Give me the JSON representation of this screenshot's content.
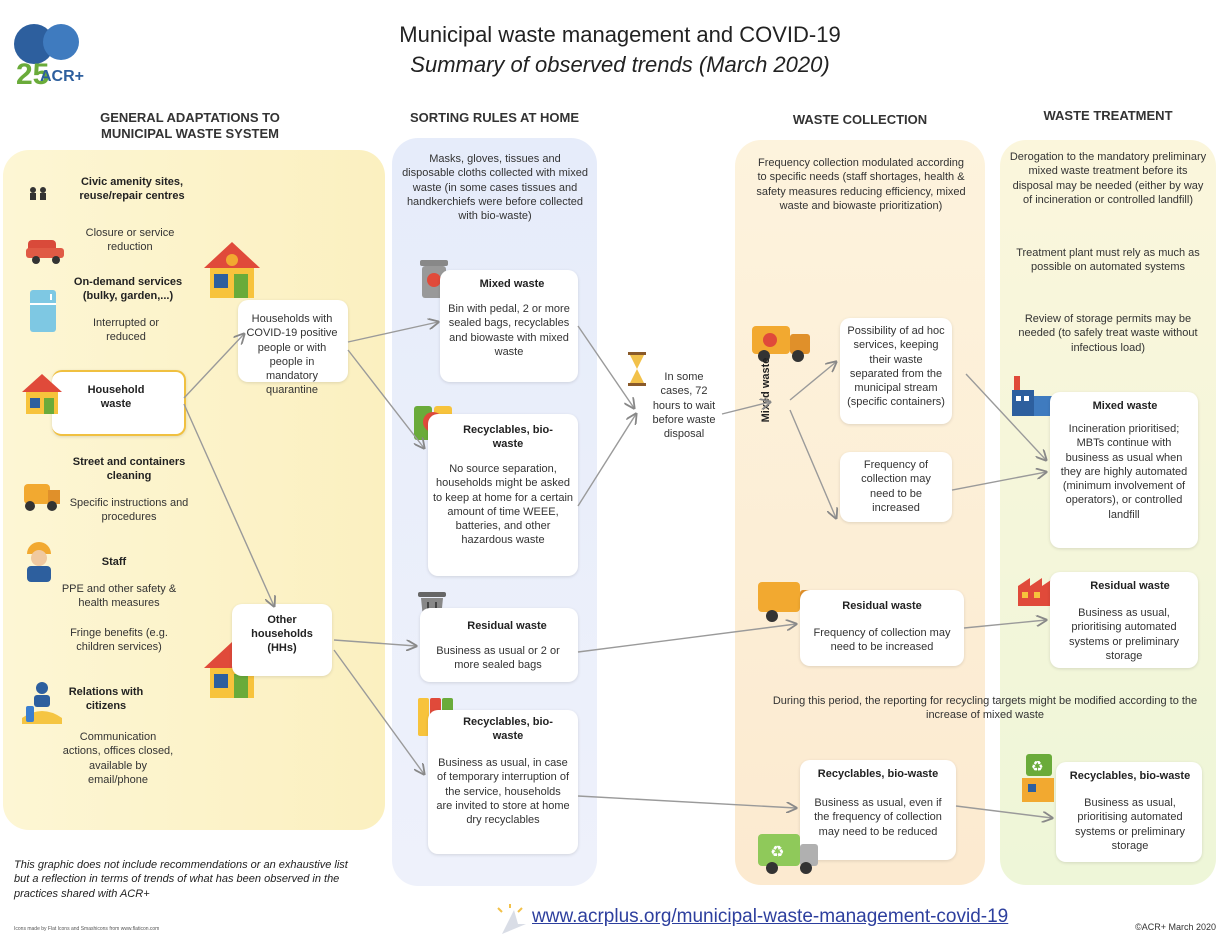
{
  "logo": {
    "number": "25",
    "org": "ACR+"
  },
  "title": "Municipal waste management and COVID-19",
  "subtitle": "Summary of observed trends (March 2020)",
  "headers": {
    "general": "GENERAL ADAPTATIONS TO MUNICIPAL WASTE SYSTEM",
    "sorting": "SORTING RULES AT HOME",
    "collection": "WASTE COLLECTION",
    "treatment": "WASTE TREATMENT"
  },
  "general": {
    "civic_title": "Civic amenity sites, reuse/repair centres",
    "civic_desc": "Closure or service reduction",
    "ondemand_title": "On-demand services (bulky, garden,...)",
    "ondemand_desc": "Interrupted or reduced",
    "household_title": "Household waste",
    "street_title": "Street and containers cleaning",
    "street_desc": "Specific instructions and procedures",
    "staff_title": "Staff",
    "staff_desc1": "PPE and other safety & health measures",
    "staff_desc2": "Fringe benefits (e.g. children services)",
    "relations_title": "Relations with citizens",
    "relations_desc": "Communication actions, offices closed, available by email/phone"
  },
  "households": {
    "covid": "Households with COVID-19 positive people or with people in mandatory quarantine",
    "other": "Other households (HHs)"
  },
  "sorting": {
    "intro": "Masks, gloves, tissues and disposable cloths collected with mixed waste (in some cases tissues and handkerchiefs were before collected with bio-waste)",
    "mixed_title": "Mixed waste",
    "mixed_desc": "Bin with pedal, 2 or more sealed bags, recyclables and biowaste with mixed waste",
    "recyc1_title": "Recyclables, bio-waste",
    "recyc1_desc": "No source separation, households might be asked to keep at home for a certain amount of time WEEE, batteries, and other hazardous waste",
    "residual_title": "Residual waste",
    "residual_desc": "Business as usual or 2 or more sealed bags",
    "recyc2_title": "Recyclables, bio-waste",
    "recyc2_desc": "Business as usual, in case of temporary interruption of the service, households are invited to store at home dry recyclables"
  },
  "wait": "In some cases, 72 hours to wait before waste disposal",
  "collection": {
    "intro": "Frequency collection modulated according to specific needs (staff shortages, health & safety measures reducing efficiency, mixed waste and biowaste prioritization)",
    "mixed_vertical": "Mixed waste",
    "adhoc": "Possibility of ad hoc services, keeping their waste separated from the municipal stream (specific containers)",
    "frequency": "Frequency of collection may need to be increased",
    "residual_title": "Residual waste",
    "residual_desc": "Frequency of collection may need to be increased",
    "recyc_title": "Recyclables, bio-waste",
    "recyc_desc": "Business as usual, even if the frequency of collection may need to be reduced"
  },
  "treatment": {
    "derogation": "Derogation to the mandatory preliminary mixed waste treatment before its disposal may be needed (either by way of incineration or controlled landfill)",
    "automated": "Treatment plant must rely as much as possible on automated systems",
    "storage": "Review of storage permits may be needed (to safely treat waste without infectious load)",
    "mixed_title": "Mixed waste",
    "mixed_desc": "Incineration prioritised; MBTs continue with business as usual when they are highly automated (minimum involvement of operators), or controlled landfill",
    "residual_title": "Residual waste",
    "residual_desc": "Business as usual, prioritising automated systems or preliminary storage",
    "recyc_title": "Recyclables, bio-waste",
    "recyc_desc": "Business as usual, prioritising automated systems or preliminary storage"
  },
  "reporting": "During this period, the reporting for recycling targets might be modified according to the increase of mixed waste",
  "disclaimer": "This graphic does not include recommendations or an exhaustive list but a reflection in terms of trends of what has been observed in the practices shared with ACR+",
  "url": "www.acrplus.org/municipal-waste-management-covid-19",
  "copyright": "©ACR+ March 2020",
  "credits": "Icons made by Flat Icons and Smashicons from www.flaticon.com"
}
